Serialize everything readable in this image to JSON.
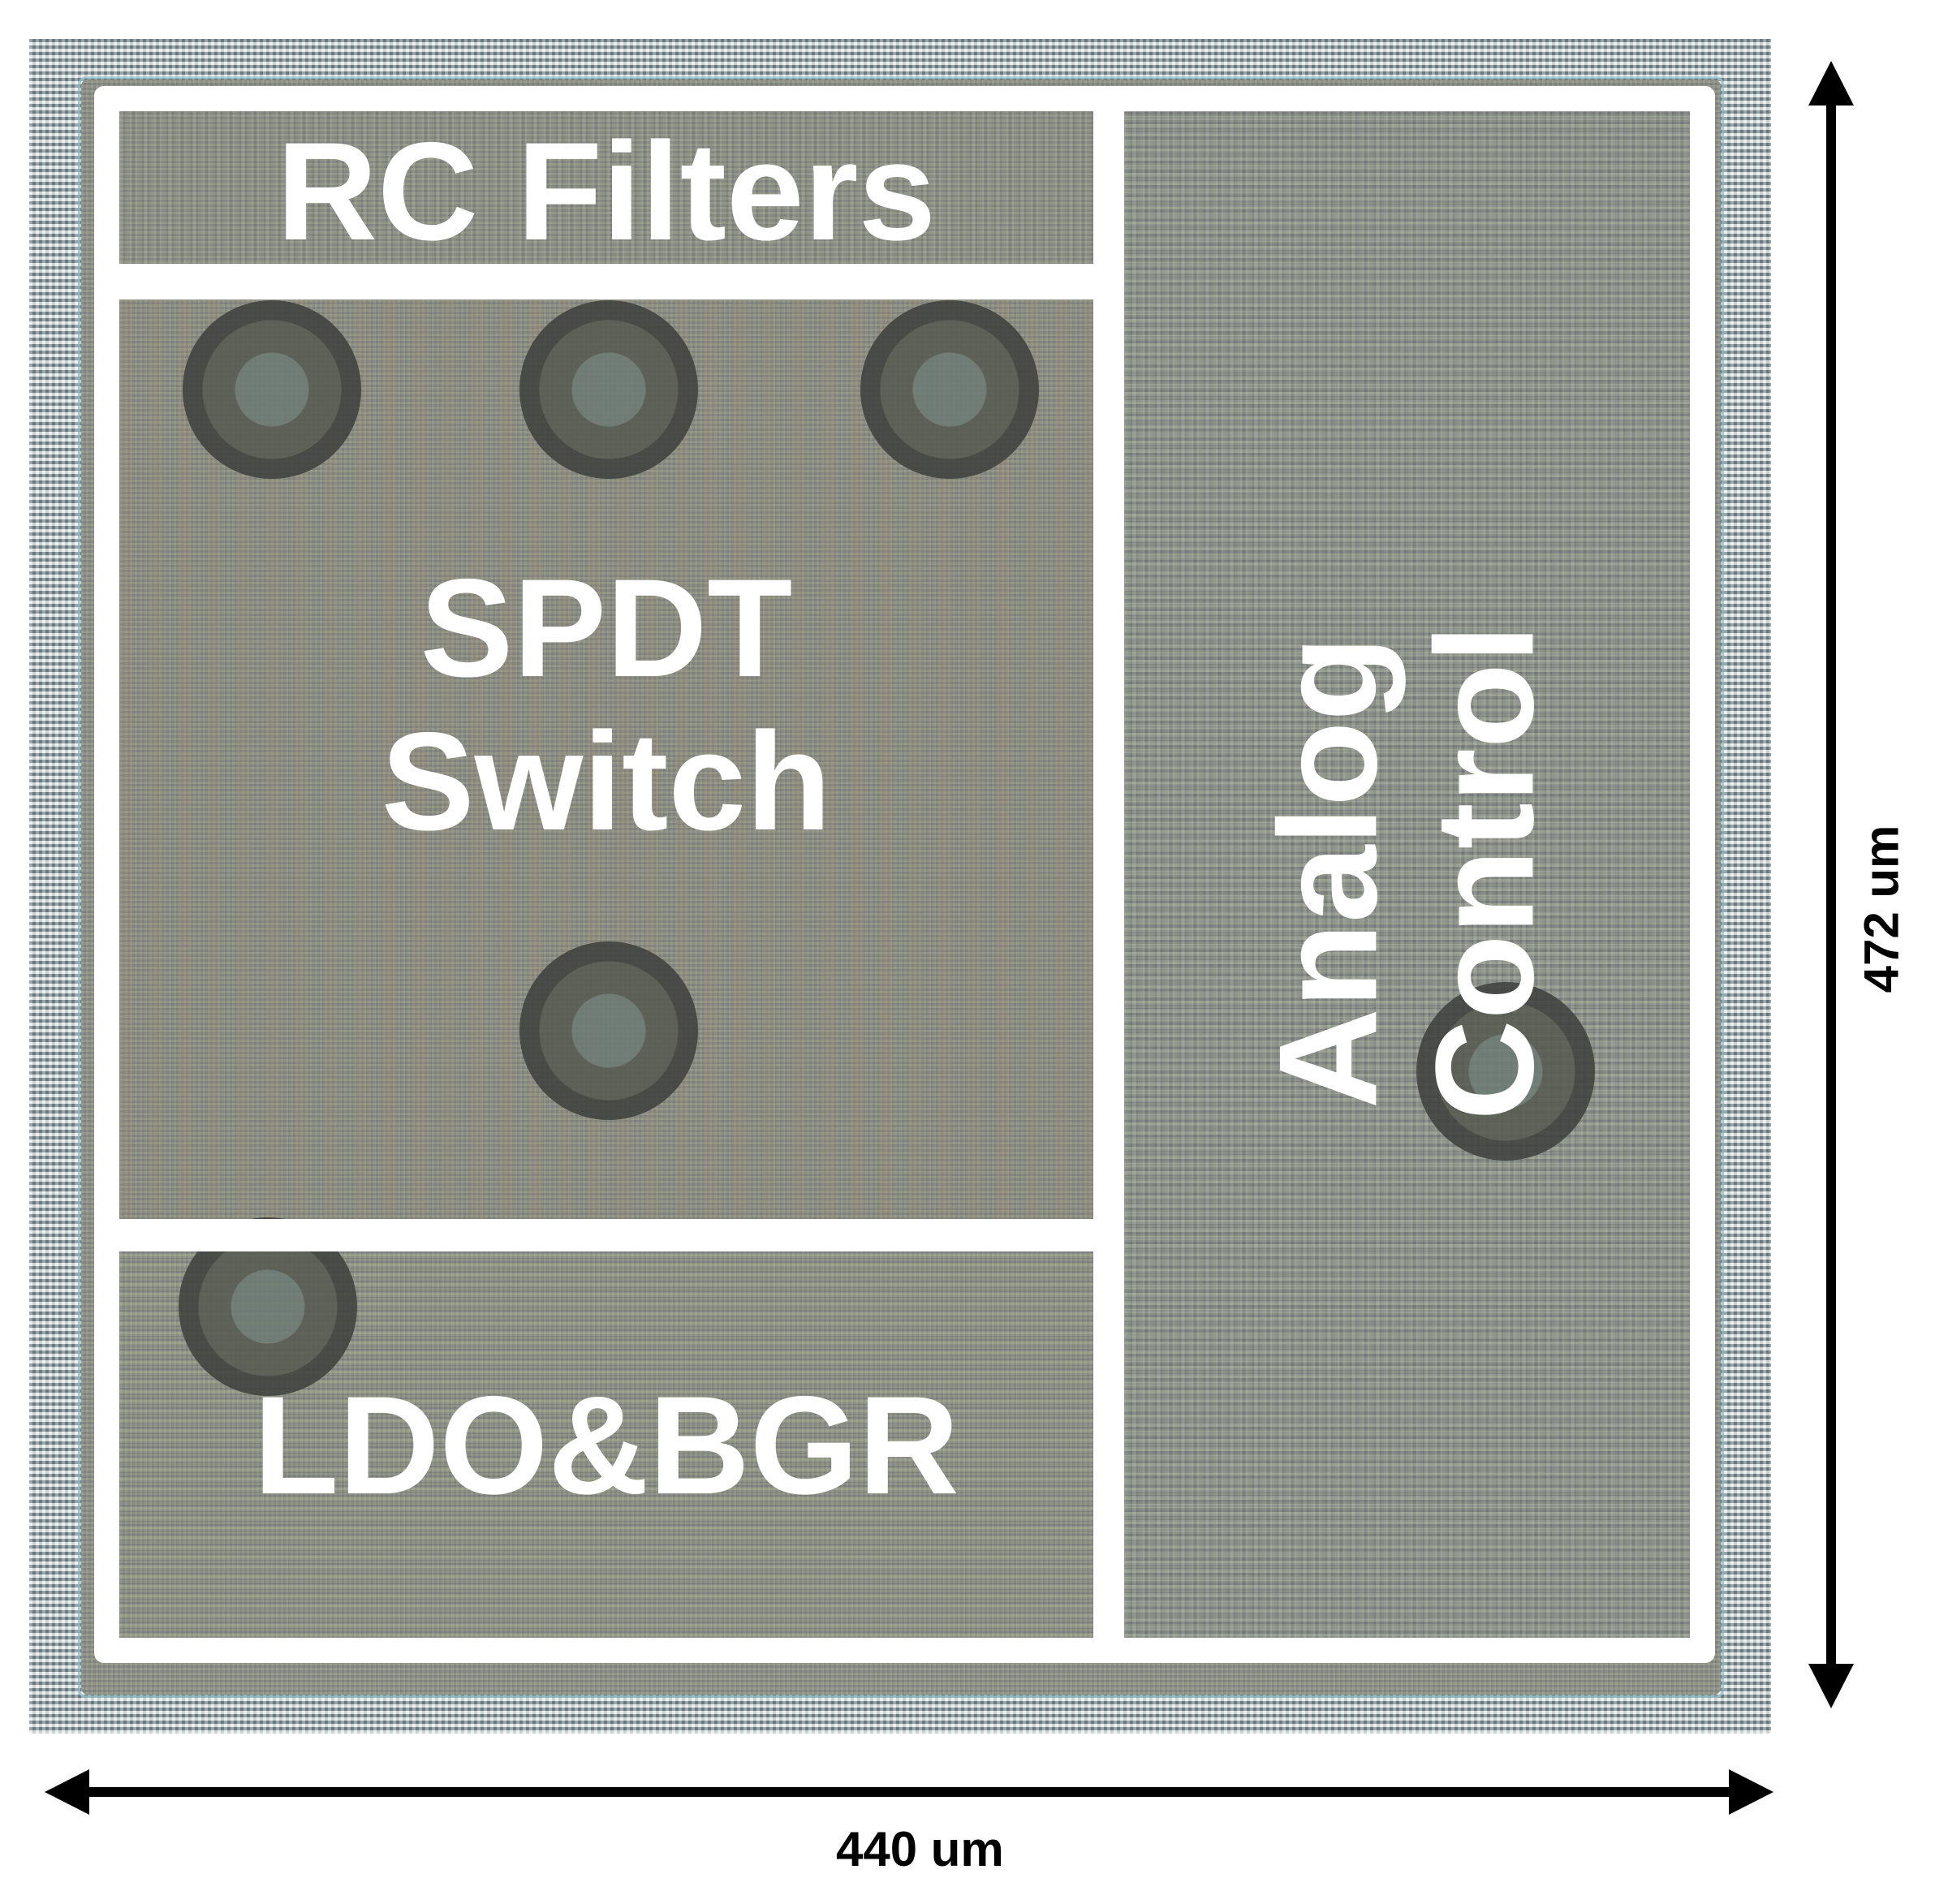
{
  "blocks": {
    "rc_filters": "RC Filters",
    "spdt_line1": "SPDT",
    "spdt_line2": "Switch",
    "ldo_bgr": "LDO&BGR",
    "analog_line1": "Analog",
    "analog_line2": "Control"
  },
  "dimensions": {
    "width_label": "440 um",
    "height_label": "472 um"
  },
  "colors": {
    "frame": "#ffffff",
    "die": "#8e9189",
    "arrow": "#000000"
  }
}
